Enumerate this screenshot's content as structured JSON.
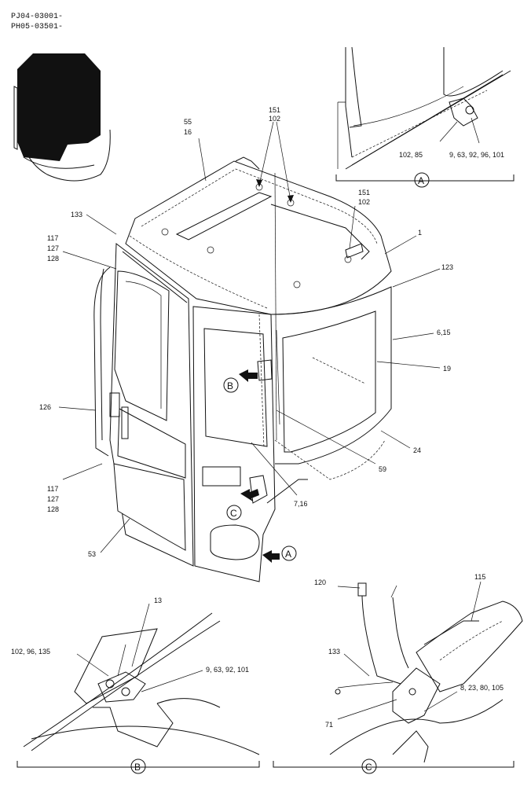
{
  "header": {
    "serial_1": "PJ04-03001-",
    "serial_2": "PH05-03501-"
  },
  "callouts": {
    "c55": "55",
    "c16": "16",
    "c151_top": "151",
    "c102_top": "102",
    "c151_mid": "151",
    "c102_mid": "102",
    "c1": "1",
    "c133": "133",
    "c117_top": "117",
    "c127_top": "127",
    "c128_top": "128",
    "c123": "123",
    "c6_15": "6,15",
    "c19": "19",
    "c126": "126",
    "c24": "24",
    "c59": "59",
    "c117_bot": "117",
    "c127_bot": "127",
    "c128_bot": "128",
    "c7_16": "7,16",
    "c53": "53"
  },
  "detail_a": {
    "tag": "A",
    "c102_85": "102, 85",
    "c9_63": "9, 63, 92, 96, 101"
  },
  "detail_b": {
    "tag": "B",
    "c13": "13",
    "c102_96": "102, 96, 135",
    "c9_63": "9, 63, 92, 101"
  },
  "detail_c": {
    "tag": "C",
    "c120": "120",
    "c115": "115",
    "c133": "133",
    "c8_23": "8, 23, 80, 105",
    "c71": "71"
  },
  "view_markers": {
    "b": "B",
    "c": "C",
    "a": "A"
  }
}
